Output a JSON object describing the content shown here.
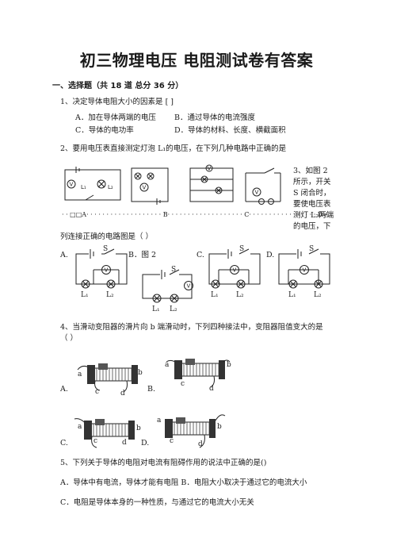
{
  "title": "初三物理电压 电阻测试卷有答案",
  "section": "一、选择题（共 18 道 总分 36 分）",
  "q1": {
    "stem": "1、决定导体电阻大小的因素是  [  ]",
    "a": "A．加在导体两端的电压",
    "b": "B．通过导体的电流强度",
    "c": "C．导体的电功率",
    "d": "D．导体的材料、长度、横截面积"
  },
  "q2": {
    "stem": "2、要用电压表直接测定灯泡 L₁的电压，在下列几种电路中正确的是",
    "labels": "· · □□A· · · · · · · · · · · · · · · · · · · B· · · · · · · · · · · · · · · · · · · C· · · · · · · · · · · · · · · · · D↵"
  },
  "q3": {
    "side": [
      "3、如图 2",
      "所示，开关",
      "S 闭合时，",
      "要使电压表",
      "测灯 L₂两端",
      "的电压，下"
    ],
    "cont": "列连接正确的电路图是（        ）",
    "a": "A.",
    "b": "B．图 2",
    "c": "C.",
    "d": "D."
  },
  "q4": {
    "stem": "4、当滑动变阻器的滑片向 b 端滑动时，下列四种接法中，变阻器阻值变大的是",
    "stem2": "（        ）",
    "a": "A.",
    "b": "B.",
    "c": "C.",
    "d": "D."
  },
  "q5": {
    "stem": "5、下列关于导体的电阻对电流有阻碍作用的说法中正确的是()",
    "a": "A．导体中有电流，导体才能有电阻 B．电阻大小取决于通过它的电流大小",
    "c": "C．电阻是导体本身的一种性质，与通过它的电流大小无关"
  },
  "circuit_text": {
    "S": "S",
    "V": "V",
    "L1": "L₁",
    "L2": "L₂",
    "a": "a",
    "b": "b",
    "c": "c",
    "d": "d"
  }
}
